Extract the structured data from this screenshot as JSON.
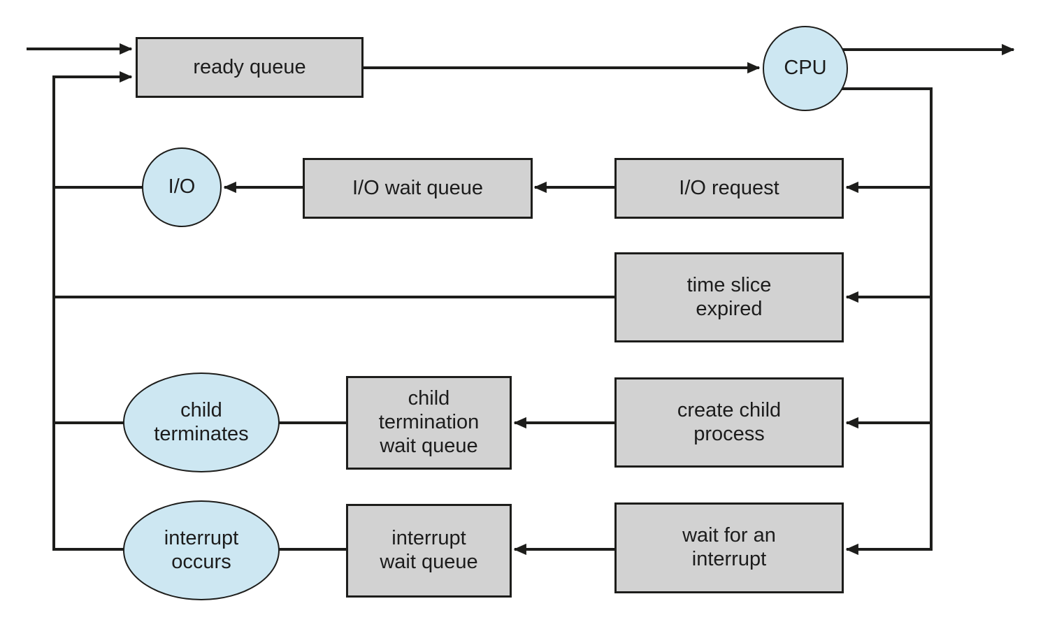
{
  "colors": {
    "box_fill": "#d2d2d2",
    "ellipse_fill": "#cde7f2",
    "line": "#1d1d1b",
    "text": "#1c1c1c",
    "bg": "#ffffff"
  },
  "nodes": {
    "ready_queue": {
      "label": "ready queue",
      "shape": "box"
    },
    "cpu": {
      "label": "CPU",
      "shape": "circle"
    },
    "io": {
      "label": "I/O",
      "shape": "circle"
    },
    "io_wait_queue": {
      "label": "I/O wait queue",
      "shape": "box"
    },
    "io_request": {
      "label": "I/O request",
      "shape": "box"
    },
    "time_slice_expired": {
      "label": "time slice\nexpired",
      "shape": "box"
    },
    "child_termination_wait_queue": {
      "label": "child\ntermination\nwait queue",
      "shape": "box"
    },
    "create_child_process": {
      "label": "create child\nprocess",
      "shape": "box"
    },
    "child_terminates": {
      "label": "child\nterminates",
      "shape": "ellipse"
    },
    "interrupt_wait_queue": {
      "label": "interrupt\nwait queue",
      "shape": "box"
    },
    "wait_for_an_interrupt": {
      "label": "wait for an\ninterrupt",
      "shape": "box"
    },
    "interrupt_occurs": {
      "label": "interrupt\noccurs",
      "shape": "ellipse"
    }
  },
  "edges": [
    {
      "from": "external",
      "to": "ready_queue",
      "arrow": true
    },
    {
      "from": "ready_queue",
      "to": "cpu",
      "arrow": true
    },
    {
      "from": "cpu",
      "to": "exit",
      "arrow": true
    },
    {
      "from": "cpu",
      "to": "io_request",
      "arrow": true
    },
    {
      "from": "cpu",
      "to": "time_slice_expired",
      "arrow": true
    },
    {
      "from": "cpu",
      "to": "create_child_process",
      "arrow": true
    },
    {
      "from": "cpu",
      "to": "wait_for_an_interrupt",
      "arrow": true
    },
    {
      "from": "io_request",
      "to": "io_wait_queue",
      "arrow": true
    },
    {
      "from": "io_wait_queue",
      "to": "io",
      "arrow": true
    },
    {
      "from": "io",
      "to": "ready_queue",
      "arrow": true
    },
    {
      "from": "time_slice_expired",
      "to": "ready_queue",
      "arrow": true
    },
    {
      "from": "create_child_process",
      "to": "child_termination_wait_queue",
      "arrow": true
    },
    {
      "from": "child_termination_wait_queue",
      "to": "child_terminates",
      "arrow": false
    },
    {
      "from": "child_terminates",
      "to": "ready_queue",
      "arrow": true
    },
    {
      "from": "wait_for_an_interrupt",
      "to": "interrupt_wait_queue",
      "arrow": true
    },
    {
      "from": "interrupt_wait_queue",
      "to": "interrupt_occurs",
      "arrow": false
    },
    {
      "from": "interrupt_occurs",
      "to": "ready_queue",
      "arrow": true
    }
  ]
}
